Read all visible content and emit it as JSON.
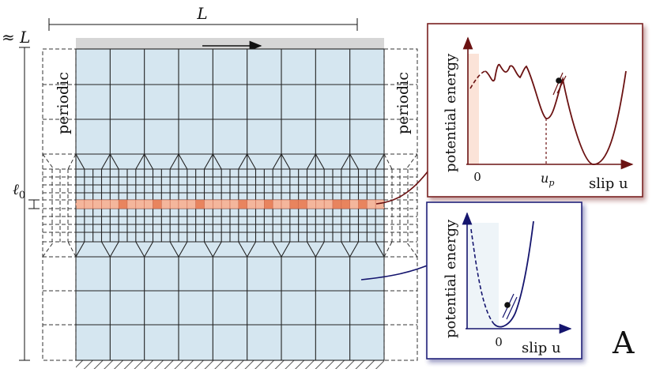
{
  "figure": {
    "panel_letter": "A",
    "width_label": "L",
    "height_label": "≈ L",
    "cell_label": "ℓ",
    "cell_label_sub": "0",
    "periodic_left": "periodic",
    "periodic_right": "periodic"
  },
  "inset_top": {
    "ylabel": "potential energy",
    "xlabel": "slip u",
    "tick_zero": "0",
    "tick_up": "u",
    "tick_up_sub": "p",
    "border_color": "#7a2020",
    "curve_color": "#6b1212"
  },
  "inset_bottom": {
    "ylabel": "potential energy",
    "xlabel": "slip u",
    "tick_zero": "0",
    "border_color": "#22227a",
    "curve_color": "#15156e"
  },
  "colors": {
    "cell_fill": "#d5e6f0",
    "slip_fill": "#f4b69c",
    "slip_dark": "#e8845e",
    "shade_top": "#fbe3d8",
    "shade_bottom": "#eef4f8"
  }
}
